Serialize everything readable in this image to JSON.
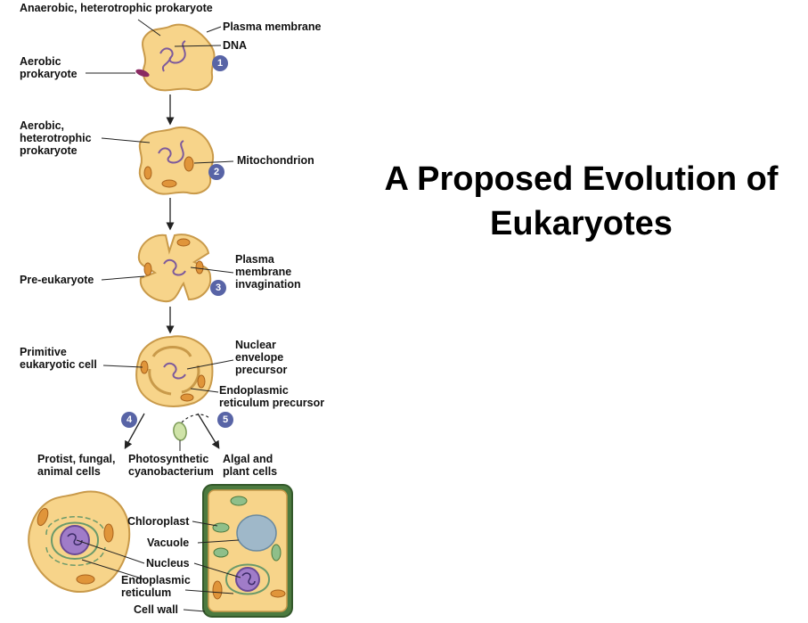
{
  "title": "A Proposed Evolution of\nEukaryotes",
  "labels": {
    "anaerobic": "Anaerobic, heterotrophic prokaryote",
    "plasma_membrane": "Plasma membrane",
    "dna": "DNA",
    "aerobic_prokaryote": "Aerobic\nprokaryote",
    "aerobic_hetero": "Aerobic,\nheterotrophic\nprokaryote",
    "mitochondrion": "Mitochondrion",
    "pre_eukaryote": "Pre-eukaryote",
    "invagination": "Plasma\nmembrane\ninvagination",
    "primitive": "Primitive\neukaryotic cell",
    "nuclear_envelope": "Nuclear\nenvelope\nprecursor",
    "er_precursor": "Endoplasmic\nreticulum precursor",
    "protist": "Protist, fungal,\nanimal cells",
    "cyanobacterium": "Photosynthetic\ncyanobacterium",
    "algal": "Algal and\nplant cells",
    "chloroplast": "Chloroplast",
    "vacuole": "Vacuole",
    "nucleus": "Nucleus",
    "er": "Endoplasmic\nreticulum",
    "cell_wall": "Cell wall"
  },
  "steps": [
    "1",
    "2",
    "3",
    "4",
    "5"
  ],
  "colors": {
    "cytoplasm": "#f7d48a",
    "membrane": "#c99a4a",
    "mitochondrion": "#e0953a",
    "chloroplast": "#8fbf8a",
    "nucleus": "#a07cc8",
    "vacuole": "#9fb8c9",
    "cell_wall": "#4c7a3f",
    "step_badge": "#5864a6"
  }
}
